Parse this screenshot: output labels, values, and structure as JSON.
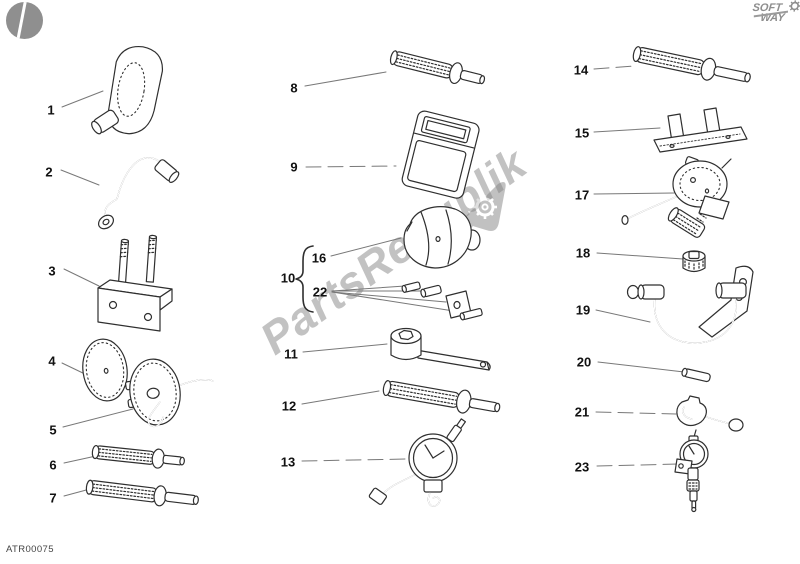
{
  "page": {
    "code": "ATR00075",
    "background": "#ffffff",
    "line_color": "#2f2f2f"
  },
  "branding": {
    "corner_logo": "circle-slash-logo",
    "softway_logo": {
      "line1": "SOFT",
      "line2": "WAY",
      "color": "#8e8e8e",
      "icon": "gear-icon"
    },
    "watermark": {
      "text": "PartsRepublik",
      "icon": "flag-gear-pennant",
      "color": "#808080"
    }
  },
  "groups": [
    {
      "label": "10",
      "members": [
        "16",
        "22"
      ]
    }
  ],
  "callouts": [
    {
      "label": "1",
      "icon": "ring-clamp-drawing"
    },
    {
      "label": "2",
      "icon": "bent-hook-rod-drawing"
    },
    {
      "label": "3",
      "icon": "stud-bracket-drawing"
    },
    {
      "label": "4",
      "icon": "degree-disc-drawing"
    },
    {
      "label": "5",
      "icon": "dial-wheel-handle-drawing"
    },
    {
      "label": "6",
      "icon": "knurled-punch-short-drawing"
    },
    {
      "label": "7",
      "icon": "knurled-punch-long-drawing"
    },
    {
      "label": "8",
      "icon": "knurled-punch-drawing"
    },
    {
      "label": "9",
      "icon": "handheld-tester-drawing"
    },
    {
      "label": "10",
      "icon": "group-brace"
    },
    {
      "label": "11",
      "icon": "socket-wrench-drawing"
    },
    {
      "label": "12",
      "icon": "knurled-driver-drawing"
    },
    {
      "label": "13",
      "icon": "dial-gauge-bracket-drawing"
    },
    {
      "label": "14",
      "icon": "knurled-punch-drawing"
    },
    {
      "label": "15",
      "icon": "fork-plate-drawing"
    },
    {
      "label": "16",
      "icon": "cover-shell-drawing"
    },
    {
      "label": "17",
      "icon": "flywheel-holder-drawing"
    },
    {
      "label": "18",
      "icon": "nut-bushing-drawing"
    },
    {
      "label": "19",
      "icon": "u-hook-bracket-drawing"
    },
    {
      "label": "20",
      "icon": "dowel-pin-drawing"
    },
    {
      "label": "21",
      "icon": "clamp-handle-drawing"
    },
    {
      "label": "22",
      "icon": "pins-and-block-drawing"
    },
    {
      "label": "23",
      "icon": "dial-indicator-drawing"
    }
  ]
}
